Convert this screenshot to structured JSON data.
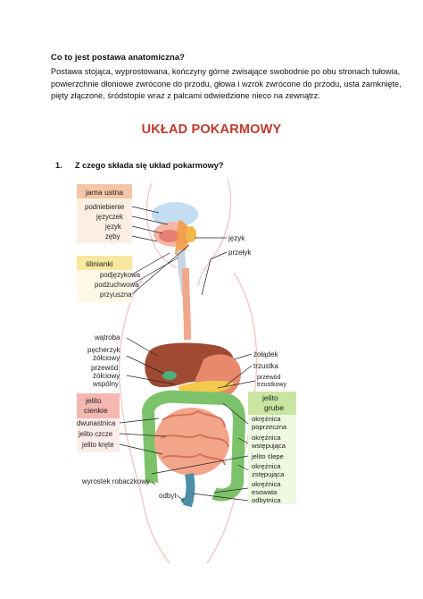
{
  "intro": {
    "title": "Co to jest postawa anatomiczna?",
    "lines": [
      "Postawa stojąca, wyprostowana, kończyny górne zwisające swobodnie po obu stronach tułowia,",
      "powierzchnie dłoniowe zwrócone do przodu, głowa i wzrok zwrócone do przodu, usta zamknięte,",
      "pięty złączone, śródstopie wraz z palcami odwiedzione nieco na zewnątrz."
    ]
  },
  "section_title": "UKŁAD POKARMOWY",
  "question": {
    "number": "1.",
    "text": "Z czego składa się układ pokarmowy?"
  },
  "diagram": {
    "groups": {
      "jama_ustna": "jama ustna",
      "slinianki": "ślinianki",
      "jelito_cienkie": [
        "jelito",
        "cienkie"
      ],
      "jelito_grube": [
        "jelito",
        "grube"
      ]
    },
    "mouth_items": [
      "podniebienie",
      "języczek",
      "język",
      "zęby"
    ],
    "salivary_items": [
      "podjęzykowa",
      "podżuchwowa",
      "przyusznа"
    ],
    "small_intestine_items": [
      "dwunastnica",
      "jelito czcze",
      "jelito kręte"
    ],
    "large_intestine_items": [
      [
        "okrężnica",
        "poprzeczna"
      ],
      [
        "okrężnica",
        "wstępująca"
      ],
      [
        "jelito ślepe"
      ],
      [
        "okrężnica",
        "zstępująca"
      ],
      [
        "okrężnica",
        "esowata"
      ],
      [
        "odbytnica"
      ]
    ],
    "right_labels": {
      "jezyk": "język",
      "przelyk": "przełyk",
      "zoladek": "żołądek",
      "trzustka": "trzustka",
      "przewod_trzustkowy": [
        "przewód",
        "trzustkowy"
      ]
    },
    "left_labels": {
      "watroba": "wątroba",
      "pecherzyk": [
        "pęcherzyk",
        "żółciowy"
      ],
      "przewod_zolciowy": [
        "przewód",
        "żółciowy",
        "wspólny"
      ]
    },
    "bottom_labels": {
      "wyrostek": "wyrostek robaczkowy",
      "odbyt": "odbyt"
    },
    "colors": {
      "orange_header": "#f5c6a5",
      "orange_body": "#fdeee3",
      "yellow_header": "#f9e79f",
      "yellow_body": "#fef9e7",
      "red_header": "#f5b7b1",
      "green_header": "#c9e5a1",
      "green_body": "#eef7e0"
    }
  }
}
